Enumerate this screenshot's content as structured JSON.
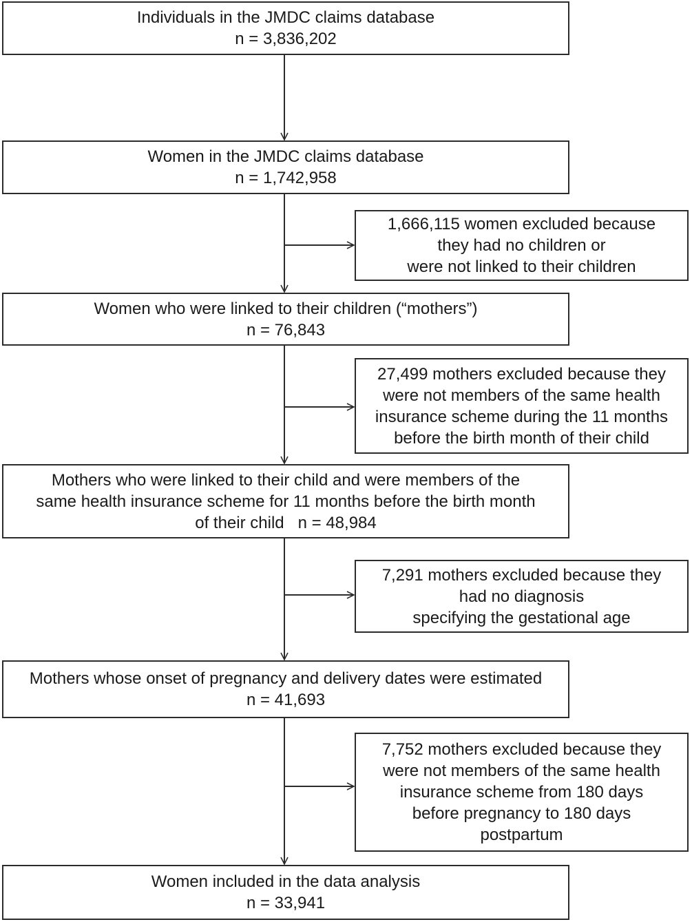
{
  "boxes": {
    "individuals": {
      "line1": "Individuals  in the JMDC claims database",
      "line2": "n = 3,836,202"
    },
    "women": {
      "line1": "Women in the JMDC claims database",
      "line2": "n = 1,742,958"
    },
    "exclusion_1": {
      "line1": "1,666,115  women excluded because",
      "line2": "they had no children or",
      "line3": "were not linked to their children"
    },
    "mothers": {
      "line1": "Women who were linked to their children (“mothers”)",
      "line2": "n = 76,843"
    },
    "exclusion_2": {
      "line1": "27,499 mothers excluded because they",
      "line2": "were not members of the same health",
      "line3": "insurance scheme during the 11 months",
      "line4": "before the birth month of their child"
    },
    "mothers_linked_members": {
      "line1": "Mothers who were linked to their child and were members of the",
      "line2": "same health insurance scheme for 11 months before the birth month",
      "line3": "of their child   n = 48,984"
    },
    "exclusion_3": {
      "line1": "7,291 mothers excluded because they",
      "line2": "had no diagnosis",
      "line3": "specifying the gestational age"
    },
    "mothers_estimated": {
      "line1": "Mothers whose onset of pregnancy and delivery dates were estimated",
      "line2": "n = 41,693"
    },
    "exclusion_4": {
      "line1": "7,752 mothers excluded because they",
      "line2": "were not members of the same health",
      "line3": "insurance scheme from 180 days",
      "line4": "before pregnancy to 180 days",
      "line5": "postpartum"
    },
    "included": {
      "line1": "Women included in the data analysis",
      "line2": "n = 33,941"
    }
  }
}
